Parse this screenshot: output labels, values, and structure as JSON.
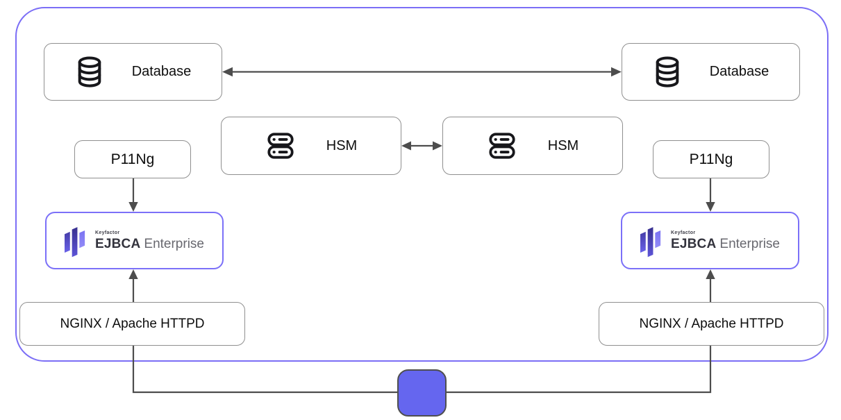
{
  "diagram": {
    "type": "architecture-diagram",
    "nodes": {
      "database_left": {
        "label": "Database",
        "icon": "database-cylinder-icon"
      },
      "database_right": {
        "label": "Database",
        "icon": "database-cylinder-icon"
      },
      "hsm_left": {
        "label": "HSM",
        "icon": "server-stack-icon"
      },
      "hsm_right": {
        "label": "HSM",
        "icon": "server-stack-icon"
      },
      "p11ng_left": {
        "label": "P11Ng"
      },
      "p11ng_right": {
        "label": "P11Ng"
      },
      "ejbca_left": {
        "brand": "Keyfactor",
        "product": "EJBCA",
        "edition": "Enterprise",
        "icon": "keyfactor-bars-logo-icon"
      },
      "ejbca_right": {
        "brand": "Keyfactor",
        "product": "EJBCA",
        "edition": "Enterprise",
        "icon": "keyfactor-bars-logo-icon"
      },
      "nginx_left": {
        "label": "NGINX / Apache HTTPD"
      },
      "nginx_right": {
        "label": "NGINX / Apache HTTPD"
      },
      "hub": {
        "label": "",
        "icon": "purple-hub-square"
      }
    },
    "connections": [
      {
        "from": "database-left",
        "to": "database-right",
        "style": "double-arrow"
      },
      {
        "from": "hsm-left",
        "to": "hsm-right",
        "style": "double-arrow"
      },
      {
        "from": "p11ng-left",
        "to": "ejbca-left",
        "style": "arrow-down"
      },
      {
        "from": "p11ng-right",
        "to": "ejbca-right",
        "style": "arrow-down"
      },
      {
        "from": "nginx-left",
        "to": "ejbca-left",
        "style": "arrow-up"
      },
      {
        "from": "nginx-right",
        "to": "ejbca-right",
        "style": "arrow-up"
      },
      {
        "from": "nginx-left",
        "to": "hub",
        "style": "line"
      },
      {
        "from": "nginx-right",
        "to": "hub",
        "style": "line"
      }
    ],
    "colors": {
      "cluster_border": "#7b6ef6",
      "ejbca_node_border": "#7b70f8",
      "node_border": "#8f8f8f",
      "connector": "#4d4d4d",
      "hub_fill": "#6566ef",
      "hub_border": "#4f4f4f",
      "logo_indigo_dark": "#38308f",
      "logo_indigo": "#453ca8",
      "logo_indigo_light": "#7a72f2",
      "label_text": "#0d0d0d"
    }
  }
}
